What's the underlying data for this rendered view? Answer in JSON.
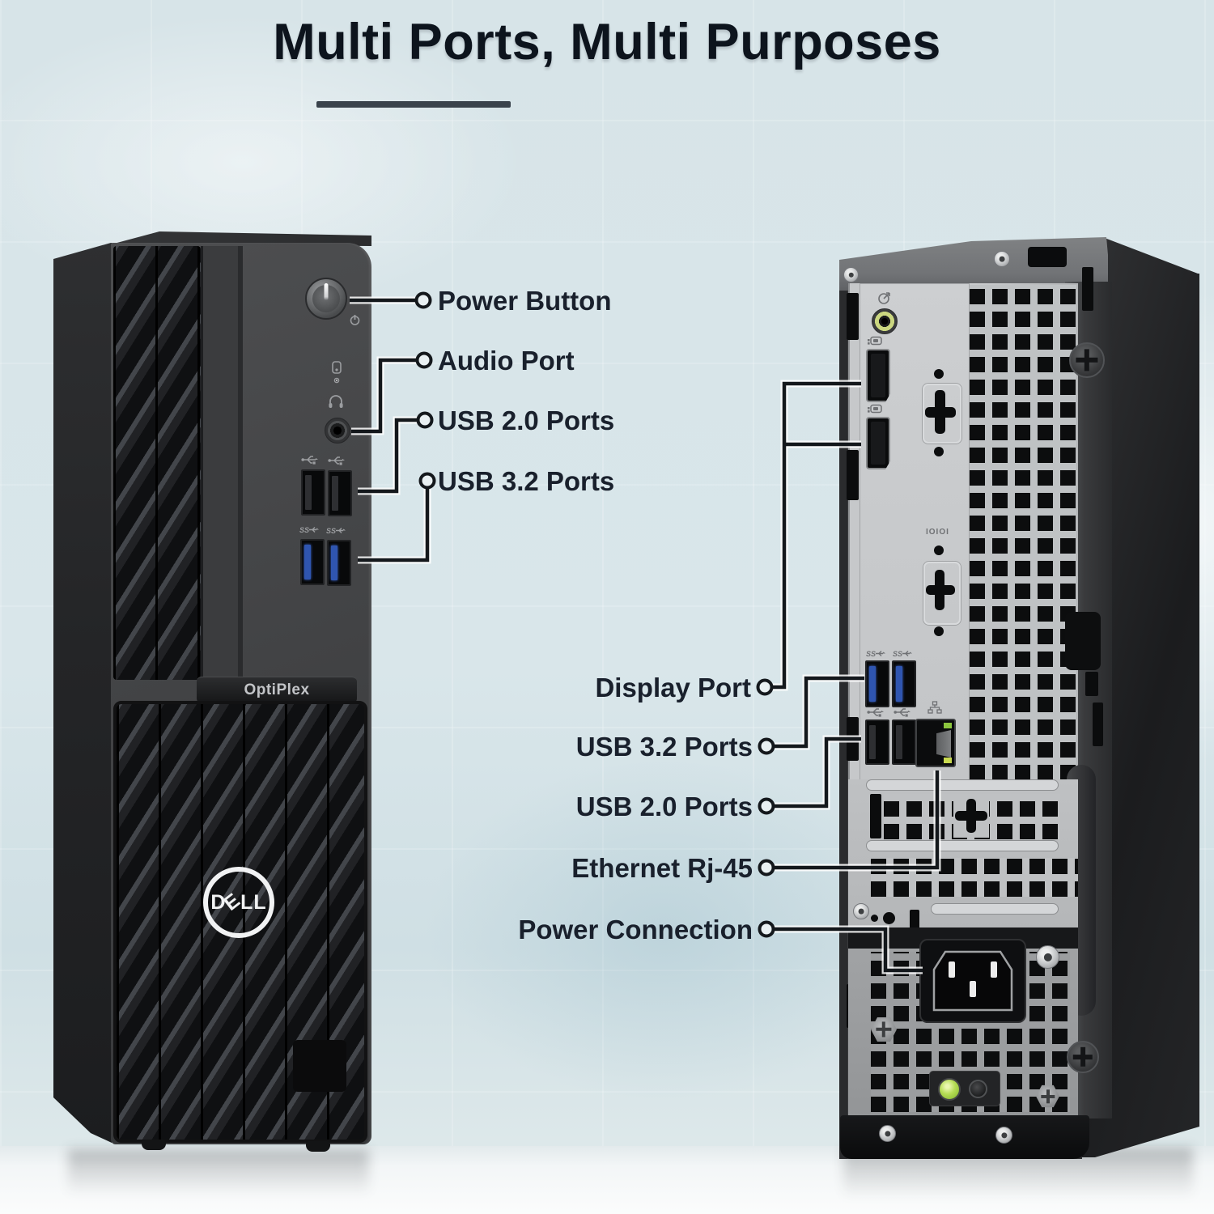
{
  "title": "Multi Ports, Multi Purposes",
  "front_panel_labels": [
    {
      "text": "Power Button"
    },
    {
      "text": "Audio Port"
    },
    {
      "text": "USB 2.0 Ports"
    },
    {
      "text": "USB 3.2 Ports"
    }
  ],
  "rear_panel_labels": [
    {
      "text": "Display Port"
    },
    {
      "text": "USB 3.2 Ports"
    },
    {
      "text": "USB 2.0 Ports"
    },
    {
      "text": "Ethernet Rj-45"
    },
    {
      "text": "Power Connection"
    }
  ],
  "front_device": {
    "badge": "OptiPlex",
    "brand_d": "D",
    "brand_e": "E",
    "brand_ll": "LL"
  },
  "rear_device": {
    "serial_port_label": "IOIOI"
  },
  "icon_names": [
    "power-icon",
    "hdd-indicator-icon",
    "headphone-icon",
    "usb-icon",
    "usb3-ss-icon",
    "line-out-icon",
    "displayport-icon",
    "network-icon",
    "padlock-icon"
  ],
  "colors": {
    "usb3_blue": "#2f55b0",
    "audio_green": "#cbd780",
    "led_green": "#9ed63c",
    "label_text": "#19202c",
    "leader_line": "#14181c",
    "background": "#d9e5e9"
  }
}
